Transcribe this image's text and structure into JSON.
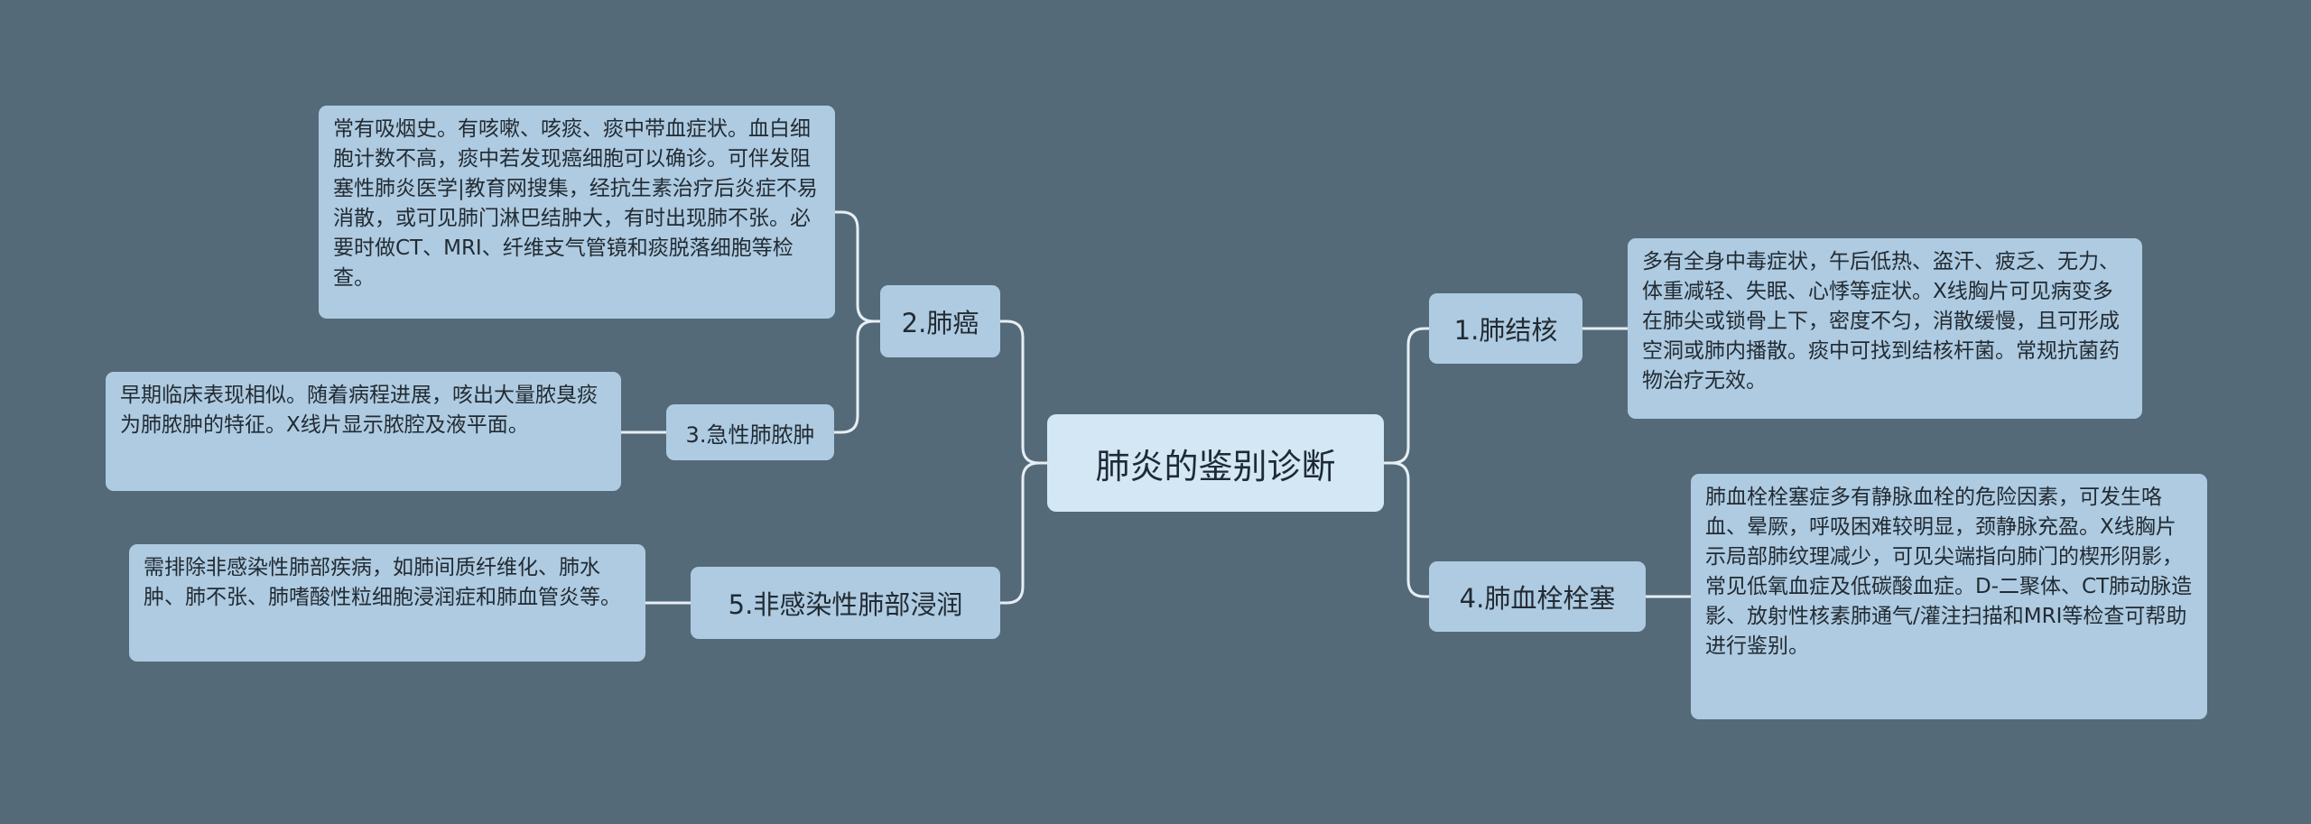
{
  "title": "肺炎的鉴别诊断",
  "branches": [
    {
      "label": "1.肺结核",
      "detail": "多有全身中毒症状，午后低热、盗汗、疲乏、无力、体重减轻、失眠、心悸等症状。X线胸片可见病变多在肺尖或锁骨上下，密度不匀，消散缓慢，且可形成空洞或肺内播散。痰中可找到结核杆菌。常规抗菌药物治疗无效。"
    },
    {
      "label": "2.肺癌",
      "detail": "常有吸烟史。有咳嗽、咳痰、痰中带血症状。血白细胞计数不高，痰中若发现癌细胞可以确诊。可伴发阻塞性肺炎医学|教育网搜集，经抗生素治疗后炎症不易消散，或可见肺门淋巴结肿大，有时出现肺不张。必要时做CT、MRI、纤维支气管镜和痰脱落细胞等检查。"
    },
    {
      "label": "3.急性肺脓肿",
      "detail": "早期临床表现相似。随着病程进展，咳出大量脓臭痰为肺脓肿的特征。X线片显示脓腔及液平面。"
    },
    {
      "label": "4.肺血栓栓塞",
      "detail": "肺血栓栓塞症多有静脉血栓的危险因素，可发生咯血、晕厥，呼吸困难较明显，颈静脉充盈。X线胸片示局部肺纹理减少，可见尖端指向肺门的楔形阴影，常见低氧血症及低碳酸血症。D-二聚体、CT肺动脉造影、放射性核素肺通气/灌注扫描和MRI等检查可帮助进行鉴别。"
    },
    {
      "label": "5.非感染性肺部浸润",
      "detail": "需排除非感染性肺部疾病，如肺间质纤维化、肺水肿、肺不张、肺嗜酸性粒细胞浸润症和肺血管炎等。"
    }
  ],
  "colors": {
    "background": "#546a79",
    "node": "#aecbe1",
    "root": "#d3e8f4",
    "line": "#e6eef4"
  }
}
